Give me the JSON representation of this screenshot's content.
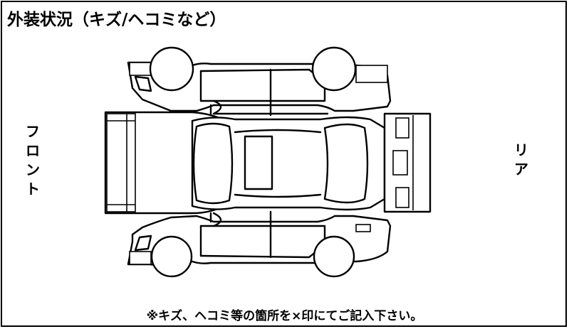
{
  "title": "外装状況（キズ/ヘコミなど）",
  "labels": {
    "front": [
      "フ",
      "ロ",
      "ン",
      "ト"
    ],
    "rear": [
      "リ",
      "ア"
    ]
  },
  "note": "※キズ、ヘコミ等の箇所を×印にてご記入下さい。"
}
